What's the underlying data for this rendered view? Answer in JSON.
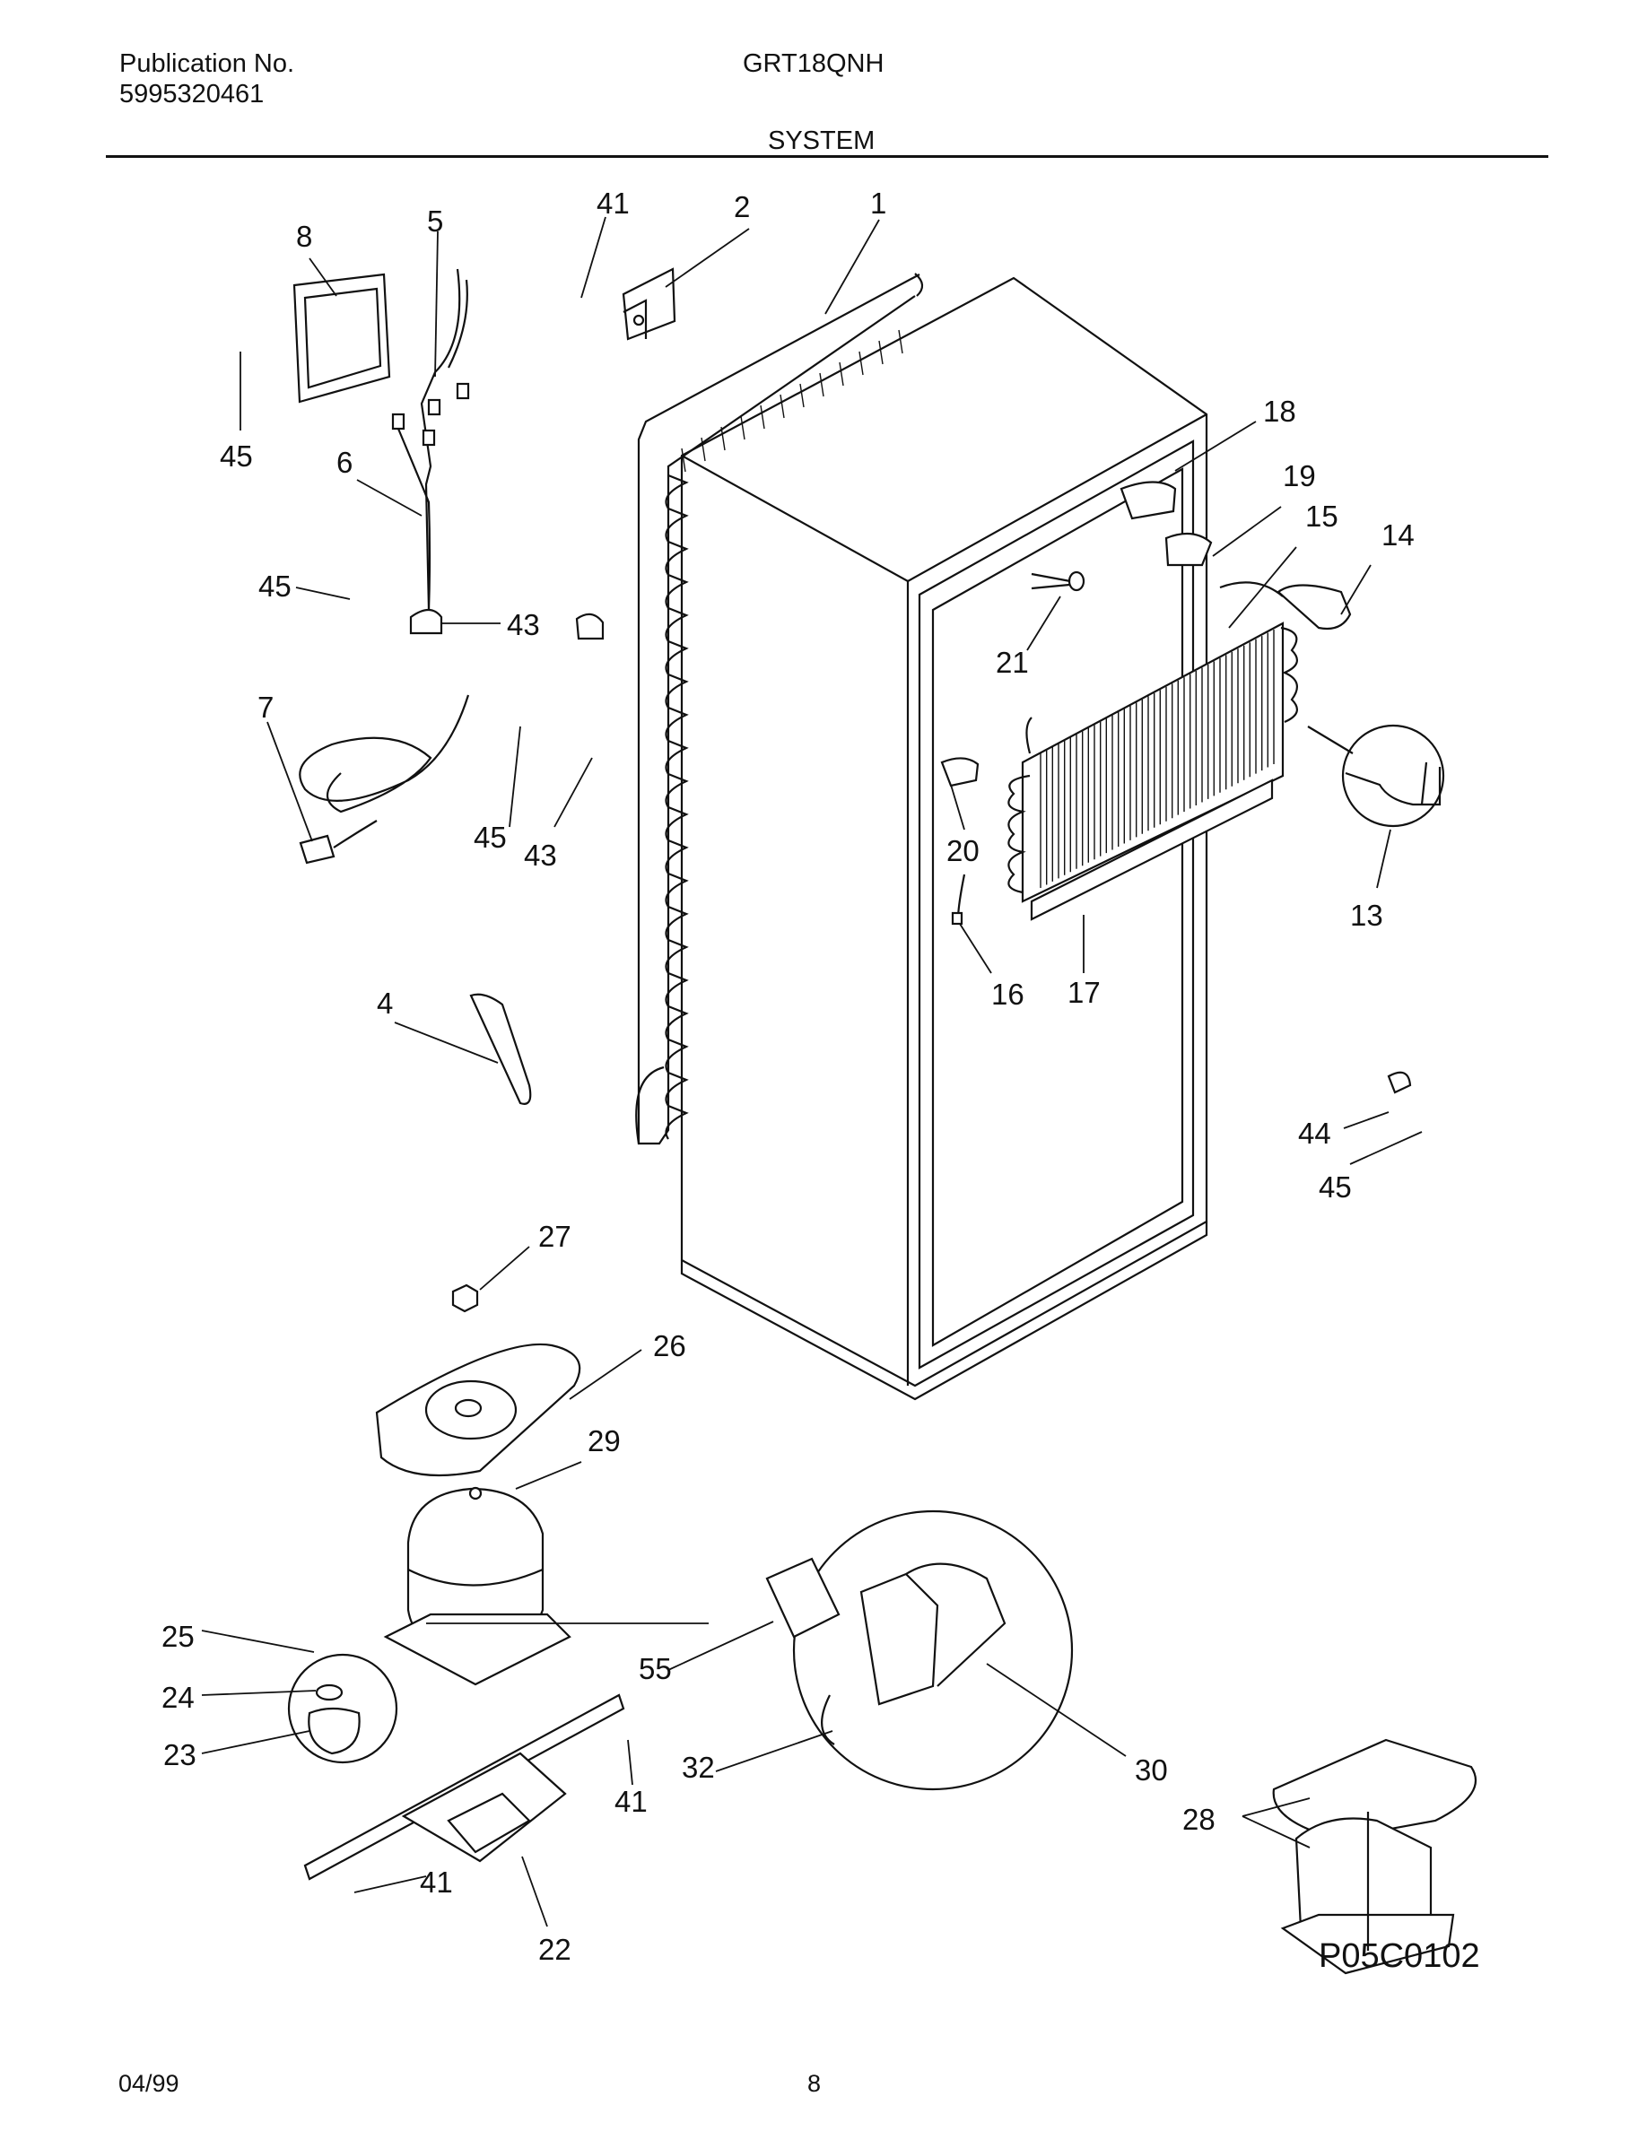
{
  "header": {
    "publication_label": "Publication No.",
    "publication_number": "5995320461",
    "model": "GRT18QNH",
    "section": "SYSTEM"
  },
  "diagram": {
    "code": "P05C0102",
    "callouts": [
      "1",
      "2",
      "41",
      "5",
      "8",
      "45",
      "6",
      "45",
      "43",
      "7",
      "45",
      "43",
      "18",
      "19",
      "15",
      "14",
      "21",
      "20",
      "13",
      "16",
      "17",
      "4",
      "44",
      "45",
      "27",
      "26",
      "29",
      "25",
      "24",
      "23",
      "55",
      "32",
      "30",
      "41",
      "28",
      "41",
      "22"
    ]
  },
  "footer": {
    "date": "04/99",
    "page": "8"
  }
}
